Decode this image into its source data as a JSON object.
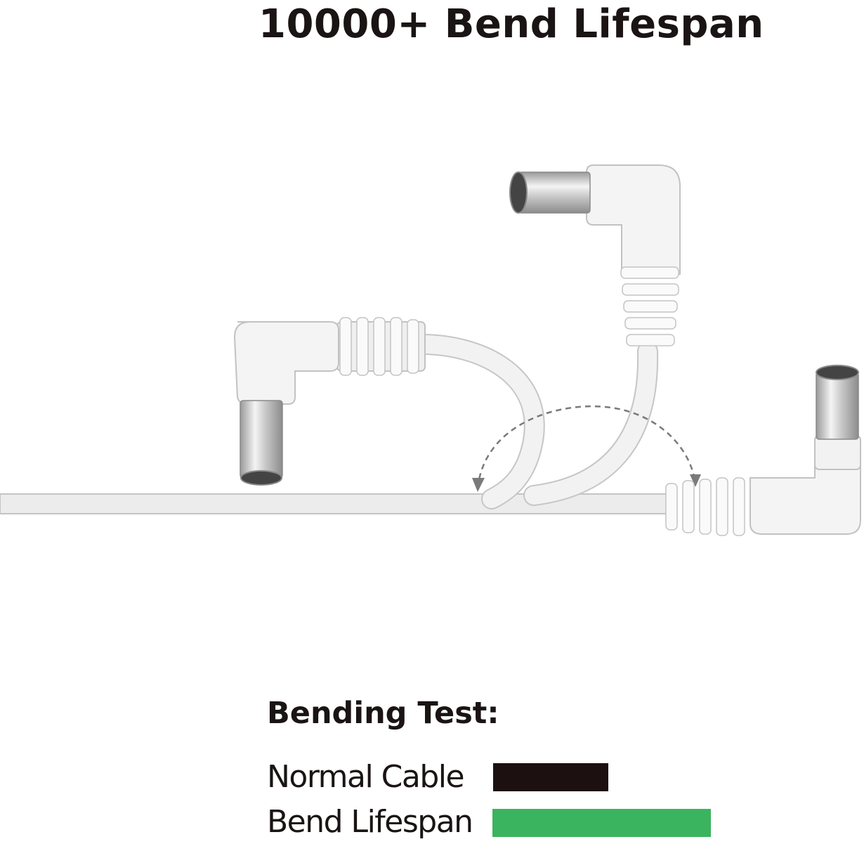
{
  "headline": "10000+ Bend Lifespan",
  "bending_test": {
    "title": "Bending Test:",
    "legend": [
      {
        "label": "Normal Cable",
        "color": "#1c1010"
      },
      {
        "label": "Bend Lifespan",
        "color": "#3bb45f"
      }
    ]
  },
  "colors": {
    "cable_body": "#ececec",
    "cable_outline": "#b8b8b8",
    "metal_tip": "#cfcfcf",
    "arrow": "#7a7a7a"
  }
}
